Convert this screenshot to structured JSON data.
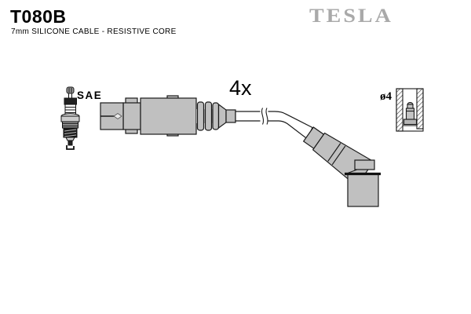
{
  "header": {
    "code": "T080B",
    "subtitle": "7mm SILICONE CABLE - RESISTIVE CORE"
  },
  "brand": {
    "logo_text": "TESLA",
    "logo_color": "#a9a9a9"
  },
  "diagram": {
    "spark_plug_terminal_label": "SAE",
    "quantity_label": "4x",
    "terminal_diameter_label": "ø4",
    "colors": {
      "part_fill": "#c0c0c0",
      "outline": "#1a1a1a",
      "background": "#ffffff"
    }
  }
}
